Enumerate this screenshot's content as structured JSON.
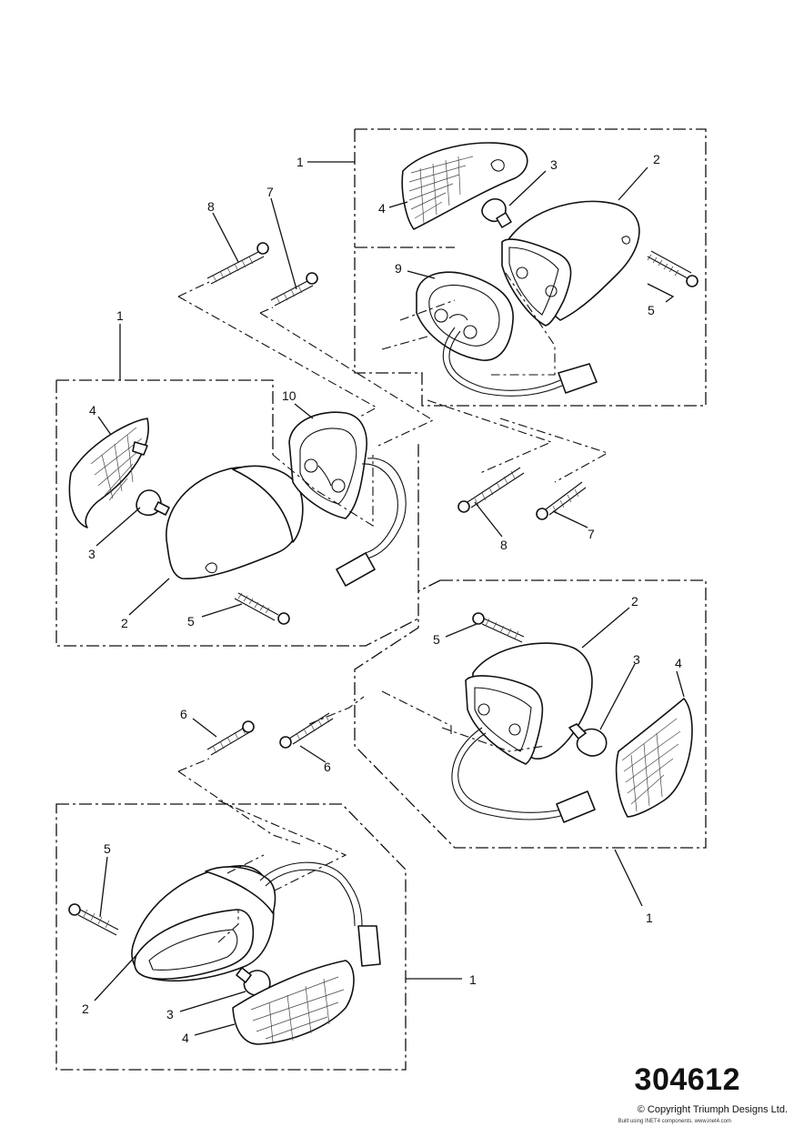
{
  "diagram_number": "304612",
  "copyright": "© Copyright Triumph Designs Ltd.",
  "subnote": "Built using INET4 components. www.inet4.com",
  "callouts": [
    {
      "id": "c-a1",
      "label": "1"
    },
    {
      "id": "c-a2",
      "label": "2"
    },
    {
      "id": "c-a3",
      "label": "3"
    },
    {
      "id": "c-a4",
      "label": "4"
    },
    {
      "id": "c-a5",
      "label": "5"
    },
    {
      "id": "c-a9",
      "label": "9"
    },
    {
      "id": "c-m8",
      "label": "8"
    },
    {
      "id": "c-m7",
      "label": "7"
    },
    {
      "id": "c-b1",
      "label": "1"
    },
    {
      "id": "c-b4",
      "label": "4"
    },
    {
      "id": "c-b3",
      "label": "3"
    },
    {
      "id": "c-b2",
      "label": "2"
    },
    {
      "id": "c-b5",
      "label": "5"
    },
    {
      "id": "c-b10",
      "label": "10"
    },
    {
      "id": "c-m8b",
      "label": "8"
    },
    {
      "id": "c-m7b",
      "label": "7"
    },
    {
      "id": "c-c2",
      "label": "2"
    },
    {
      "id": "c-c5",
      "label": "5"
    },
    {
      "id": "c-c3",
      "label": "3"
    },
    {
      "id": "c-c4",
      "label": "4"
    },
    {
      "id": "c-c1",
      "label": "1"
    },
    {
      "id": "c-m6",
      "label": "6"
    },
    {
      "id": "c-m6b",
      "label": "6"
    },
    {
      "id": "c-d5",
      "label": "5"
    },
    {
      "id": "c-d2",
      "label": "2"
    },
    {
      "id": "c-d3",
      "label": "3"
    },
    {
      "id": "c-d4",
      "label": "4"
    },
    {
      "id": "c-d1",
      "label": "1"
    }
  ]
}
